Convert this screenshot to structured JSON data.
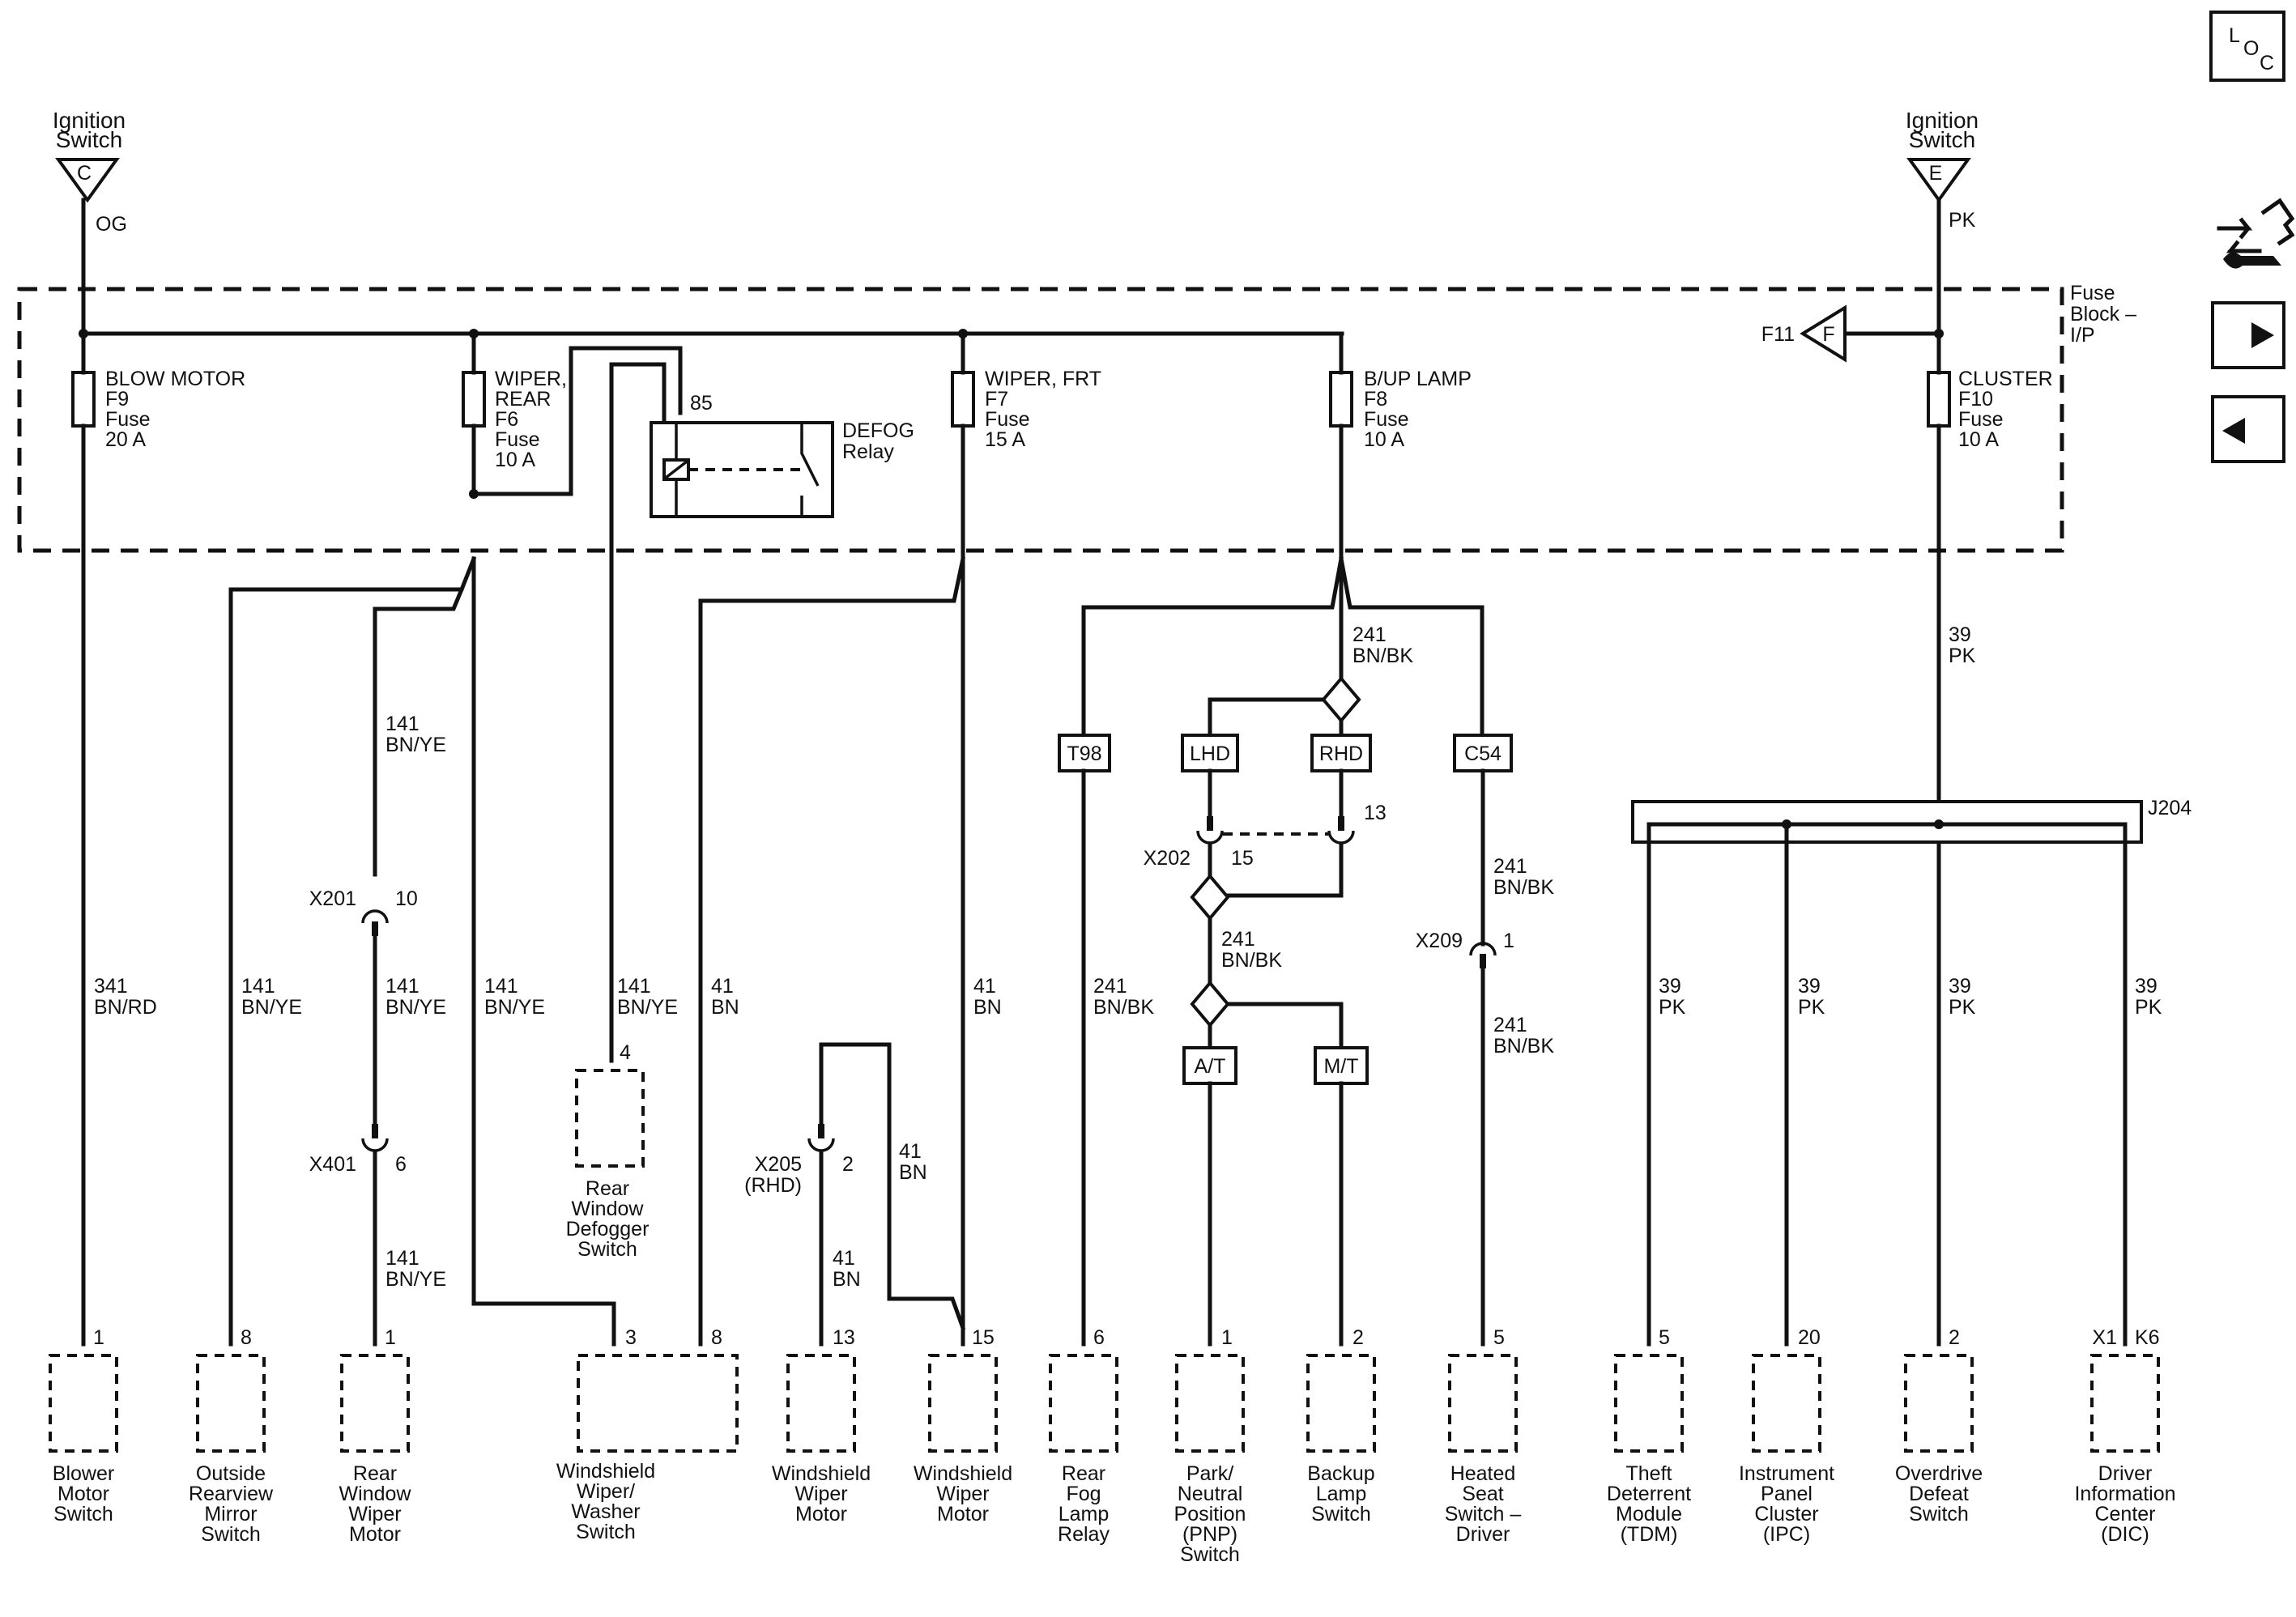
{
  "sources": {
    "left": {
      "lines": [
        "Ignition",
        "Switch"
      ],
      "terminal": "C",
      "wire": "OG"
    },
    "right": {
      "lines": [
        "Ignition",
        "Switch"
      ],
      "terminal": "E",
      "wire": "PK"
    }
  },
  "fuse_block": {
    "lines": [
      "Fuse",
      "Block –",
      "I/P"
    ],
    "f11_label": "F11",
    "f11_terminal": "F"
  },
  "fuses": [
    {
      "lines": [
        "BLOW MOTOR",
        "F9",
        "Fuse",
        "20 A"
      ]
    },
    {
      "lines": [
        "WIPER,",
        "REAR",
        "F6",
        "Fuse",
        "10 A"
      ]
    },
    {
      "lines": [
        "WIPER, FRT",
        "F7",
        "Fuse",
        "15 A"
      ]
    },
    {
      "lines": [
        "B/UP LAMP",
        "F8",
        "Fuse",
        "10 A"
      ]
    },
    {
      "lines": [
        "CLUSTER",
        "F10",
        "Fuse",
        "10 A"
      ]
    }
  ],
  "relay": {
    "lines": [
      "DEFOG",
      "Relay"
    ],
    "pin": "85"
  },
  "wires": {
    "w341": [
      "341",
      "BN/RD"
    ],
    "w141a": [
      "141",
      "BN/YE"
    ],
    "w141b": [
      "141",
      "BN/YE"
    ],
    "w141c": [
      "141",
      "BN/YE"
    ],
    "w141d": [
      "141",
      "BN/YE"
    ],
    "w141e": [
      "141",
      "BN/YE"
    ],
    "w141f": [
      "141",
      "BN/YE"
    ],
    "w41a": [
      "41",
      "BN"
    ],
    "w41b": [
      "41",
      "BN"
    ],
    "w41c": [
      "41",
      "BN"
    ],
    "w41d": [
      "41",
      "BN"
    ],
    "w241a": [
      "241",
      "BN/BK"
    ],
    "w241b": [
      "241",
      "BN/BK"
    ],
    "w241c": [
      "241",
      "BN/BK"
    ],
    "w241d": [
      "241",
      "BN/BK"
    ],
    "w241e": [
      "241",
      "BN/BK"
    ],
    "w39a": [
      "39",
      "PK"
    ],
    "w39b": [
      "39",
      "PK"
    ],
    "w39c": [
      "39",
      "PK"
    ],
    "w39d": [
      "39",
      "PK"
    ],
    "w39e": [
      "39",
      "PK"
    ]
  },
  "connectors": {
    "x201": {
      "name": "X201",
      "pin": "10"
    },
    "x401": {
      "name": "X401",
      "pin": "6"
    },
    "x205": {
      "lines": [
        "X205",
        "(RHD)"
      ],
      "pin": "2"
    },
    "x202": {
      "name": "X202",
      "pin_left": "15",
      "pin_right": "13"
    },
    "x209": {
      "name": "X209",
      "pin": "1"
    },
    "j204": "J204"
  },
  "options": {
    "t98": "T98",
    "lhd": "LHD",
    "rhd": "RHD",
    "c54": "C54",
    "at": "A/T",
    "mt": "M/T"
  },
  "pins": {
    "blower": "1",
    "mirror": "8",
    "rearwiper": "1",
    "defogger": "4",
    "wiperswitch_a": "3",
    "wiperswitch_b": "8",
    "wipermotor_a": "13",
    "wipermotor_b": "15",
    "foglamp": "6",
    "pnp": "1",
    "backup": "2",
    "heated": "5",
    "tdm": "5",
    "ipc": "20",
    "overdrive": "2",
    "dic_a": "X1",
    "dic_b": "K6"
  },
  "components": {
    "blower": [
      "Blower",
      "Motor",
      "Switch"
    ],
    "mirror": [
      "Outside",
      "Rearview",
      "Mirror",
      "Switch"
    ],
    "rearwiper": [
      "Rear",
      "Window",
      "Wiper",
      "Motor"
    ],
    "defogger": [
      "Rear",
      "Window",
      "Defogger",
      "Switch"
    ],
    "wiperswitch": [
      "Windshield",
      "Wiper/",
      "Washer",
      "Switch"
    ],
    "wipermotor_a": [
      "Windshield",
      "Wiper",
      "Motor"
    ],
    "wipermotor_b": [
      "Windshield",
      "Wiper",
      "Motor"
    ],
    "foglamp": [
      "Rear",
      "Fog",
      "Lamp",
      "Relay"
    ],
    "pnp": [
      "Park/",
      "Neutral",
      "Position",
      "(PNP)",
      "Switch"
    ],
    "backup": [
      "Backup",
      "Lamp",
      "Switch"
    ],
    "heated": [
      "Heated",
      "Seat",
      "Switch –",
      "Driver"
    ],
    "tdm": [
      "Theft",
      "Deterrent",
      "Module",
      "(TDM)"
    ],
    "ipc": [
      "Instrument",
      "Panel",
      "Cluster",
      "(IPC)"
    ],
    "overdrive": [
      "Overdrive",
      "Defeat",
      "Switch"
    ],
    "dic": [
      "Driver",
      "Information",
      "Center",
      "(DIC)"
    ]
  },
  "nav": {
    "loc_l": "L",
    "loc_o": "O",
    "loc_c": "C",
    "icons": [
      "harness-icon",
      "arrow-right-icon",
      "arrow-left-icon"
    ]
  }
}
